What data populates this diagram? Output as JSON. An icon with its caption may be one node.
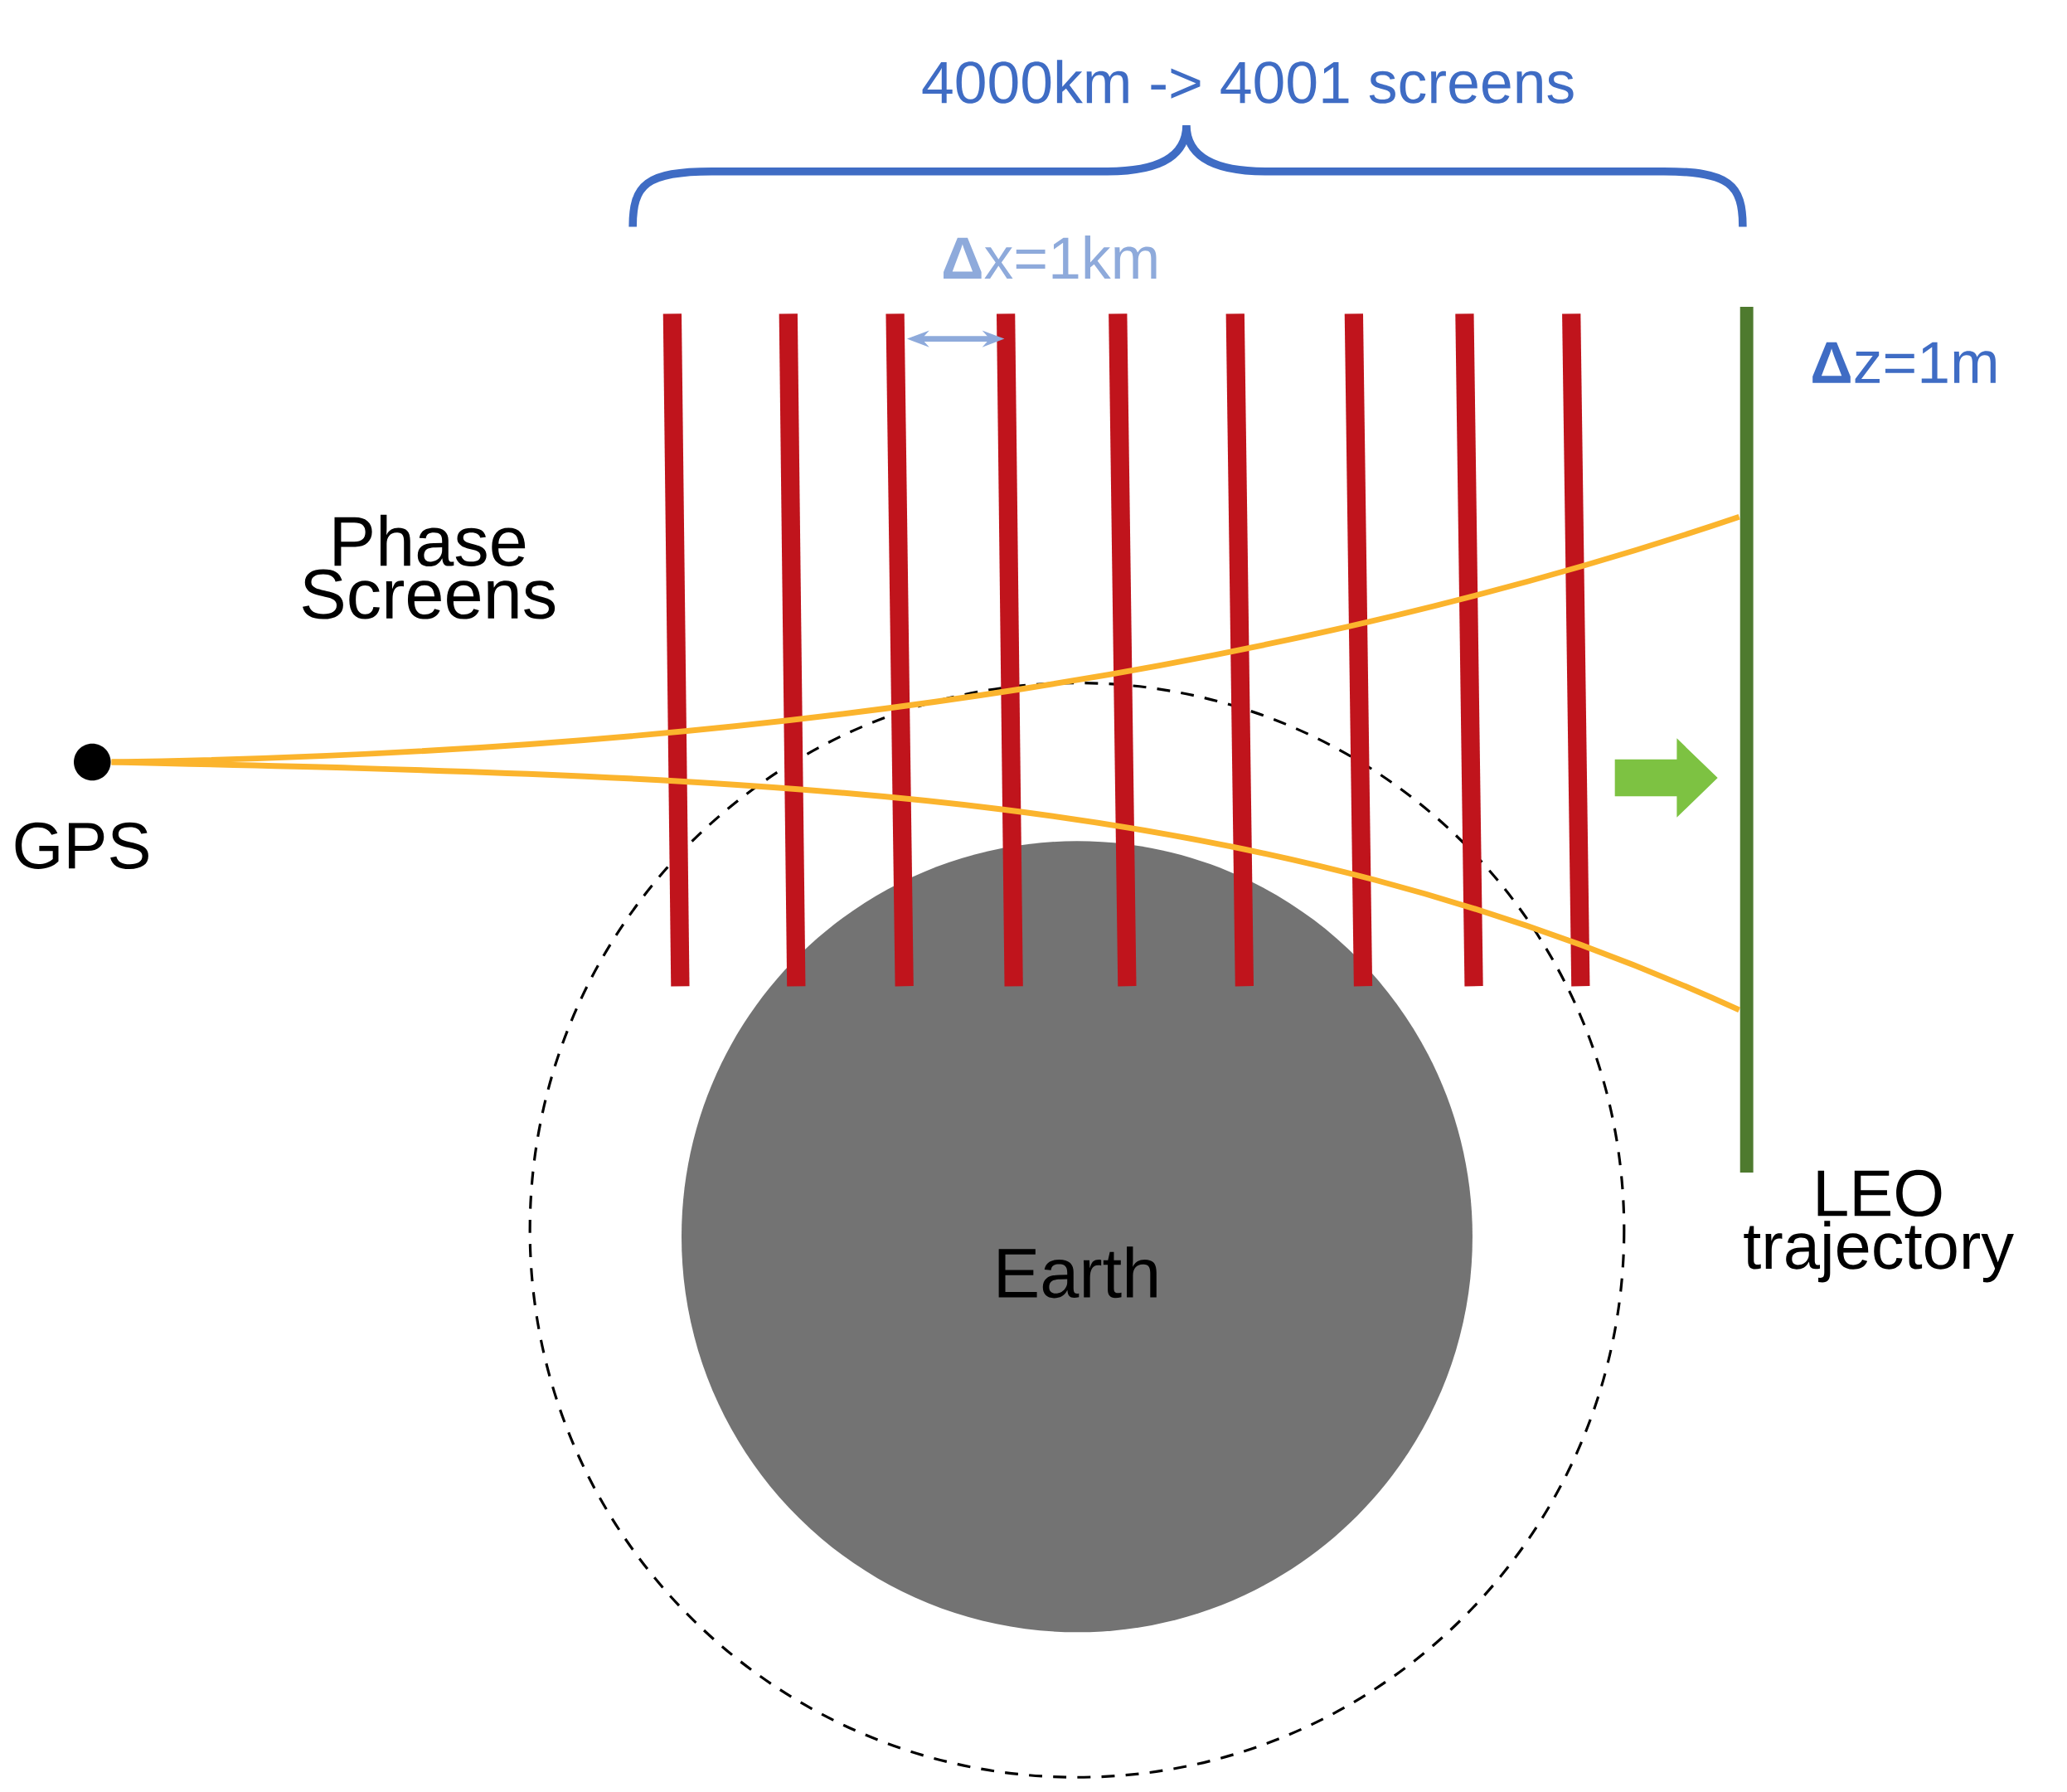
{
  "diagram": {
    "nodes": [
      {
        "text": [],
        "shape": "circle",
        "beside": [
          "GPS"
        ]
      },
      {
        "text": [
          "Earth"
        ]
      },
      {
        "text": [],
        "shape": "bar",
        "beside": [
          "LEO trajectory"
        ]
      }
    ],
    "edges": [
      {
        "from": 0,
        "to": 2,
        "arrow": "none"
      },
      {
        "from": 0,
        "to": 2,
        "arrow": "none"
      }
    ],
    "labels": [
      "4000km -> 4001 screens",
      "**Δ**x=1km",
      "**Δ**z=1m",
      "Phase Screens"
    ]
  }
}
